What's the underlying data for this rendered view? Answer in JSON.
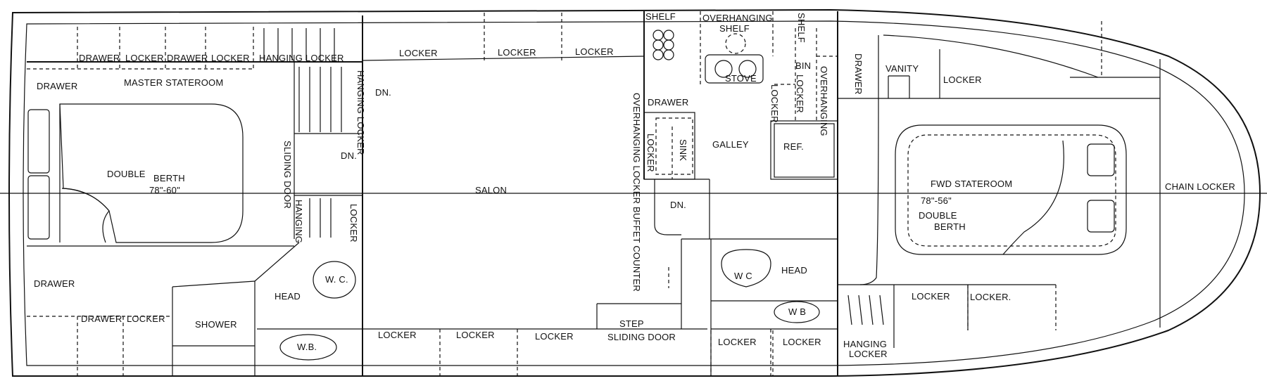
{
  "labels": {
    "drawer_locker_1": "DRAWER",
    "drawer_locker_2": "LOCKER",
    "drawer_locker_3": "DRAWER",
    "drawer_locker_4": "LOCKER",
    "hanging_locker_top": "HANGING LOCKER",
    "drawer_top_left": "DRAWER",
    "master_stateroom": "MASTER STATEROOM",
    "hanging_locker_vert": "HANGING LOCKER",
    "dn_upper_salon": "DN.",
    "dn_mid": "DN.",
    "sliding_door_vert": "SLIDING DOOR",
    "double_berth_line1": "DOUBLE",
    "double_berth_line2": "BERTH",
    "double_berth_size": "78\"-60\"",
    "hanging_small": "HANGING",
    "locker_small_vert": "LOCKER",
    "drawer_bottom_left": "DRAWER",
    "drawer_bottom": "DRAWER",
    "locker_bottom_left": "LOCKER",
    "shower": "SHOWER",
    "head_aft": "HEAD",
    "wc_aft": "W. C.",
    "wb_aft": "W.B.",
    "locker_salon_1": "LOCKER",
    "locker_salon_2": "LOCKER",
    "locker_salon_3": "LOCKER",
    "salon": "SALON",
    "locker_bottom_1": "LOCKER",
    "locker_bottom_2": "LOCKER",
    "locker_bottom_3": "LOCKER",
    "step": "STEP",
    "sliding_door": "SLIDING DOOR",
    "overhanging_locker_buffet": "OVERHANGING LOCKER BUFFET COUNTER",
    "shelf_1": "SHELF",
    "overhanging_shelf_1": "OVERHANGING",
    "overhanging_shelf_2": "SHELF",
    "stove": "STOVE",
    "shelf_2": "SHELF",
    "bin": "BIN",
    "locker_galley_vert_1": "LOCKER",
    "locker_galley_vert_2": "LOCKER",
    "overhanging_vert": "OVERHANGING",
    "drawer_galley": "DRAWER",
    "locker_galley_small": "LOCKER",
    "sink": "SINK",
    "galley": "GALLEY",
    "ref": "REF.",
    "dn_galley": "DN.",
    "head_fwd": "HEAD",
    "wc_fwd": "W C",
    "wb_fwd": "W B",
    "locker_fwd_bottom_1": "LOCKER",
    "locker_fwd_bottom_2": "LOCKER",
    "drawer_fwd_vert": "DRAWER",
    "vanity": "VANITY",
    "locker_fwd_top": "LOCKER",
    "fwd_stateroom": "FWD STATEROOM",
    "fwd_berth_size": "78\"-56\"",
    "fwd_double": "DOUBLE",
    "fwd_berth": "BERTH",
    "locker_fwd_1": "LOCKER",
    "locker_fwd_2": "LOCKER.",
    "hanging_locker_fwd_1": "HANGING",
    "hanging_locker_fwd_2": "LOCKER",
    "chain_locker": "CHAIN LOCKER"
  }
}
